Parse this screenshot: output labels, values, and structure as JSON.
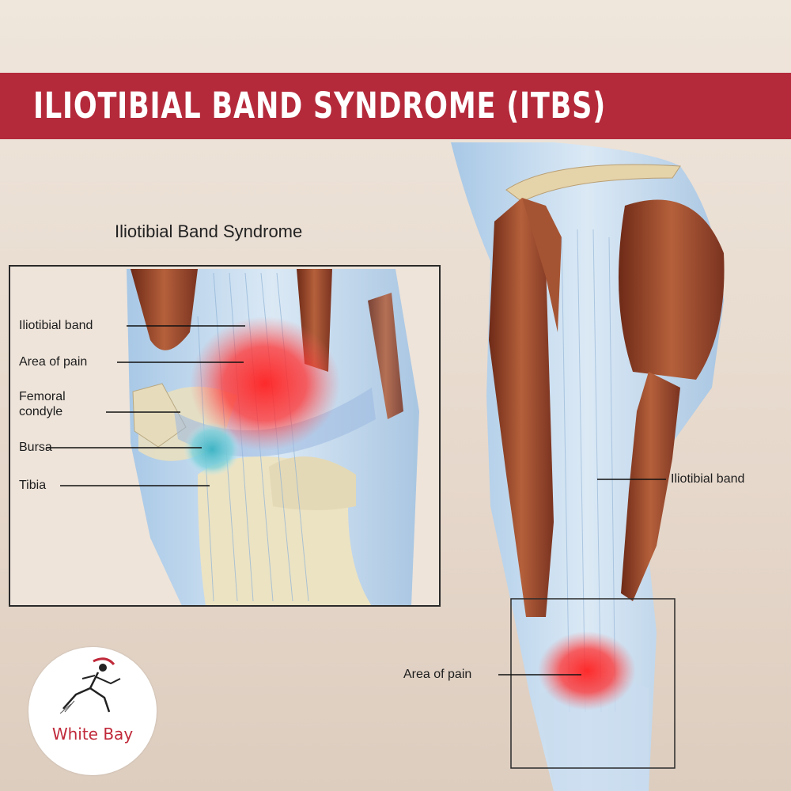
{
  "banner": {
    "title": "ILIOTIBIAL BAND SYNDROME (ITBS)"
  },
  "inset": {
    "heading": "Iliotibial Band Syndrome",
    "labels": {
      "iliotibial_band": "Iliotibial band",
      "area_of_pain": "Area of pain",
      "femoral_line1": "Femoral",
      "femoral_line2": "condyle",
      "bursa": "Bursa",
      "tibia": "Tibia"
    }
  },
  "leg": {
    "labels": {
      "iliotibial_band": "Iliotibial band",
      "area_of_pain": "Area of pain"
    }
  },
  "logo": {
    "text": "White Bay"
  },
  "colors": {
    "banner": "#b42a3b",
    "pain": "#ff2b2b",
    "muscle": "#9a4a2e",
    "band": "#bcd6ec"
  }
}
